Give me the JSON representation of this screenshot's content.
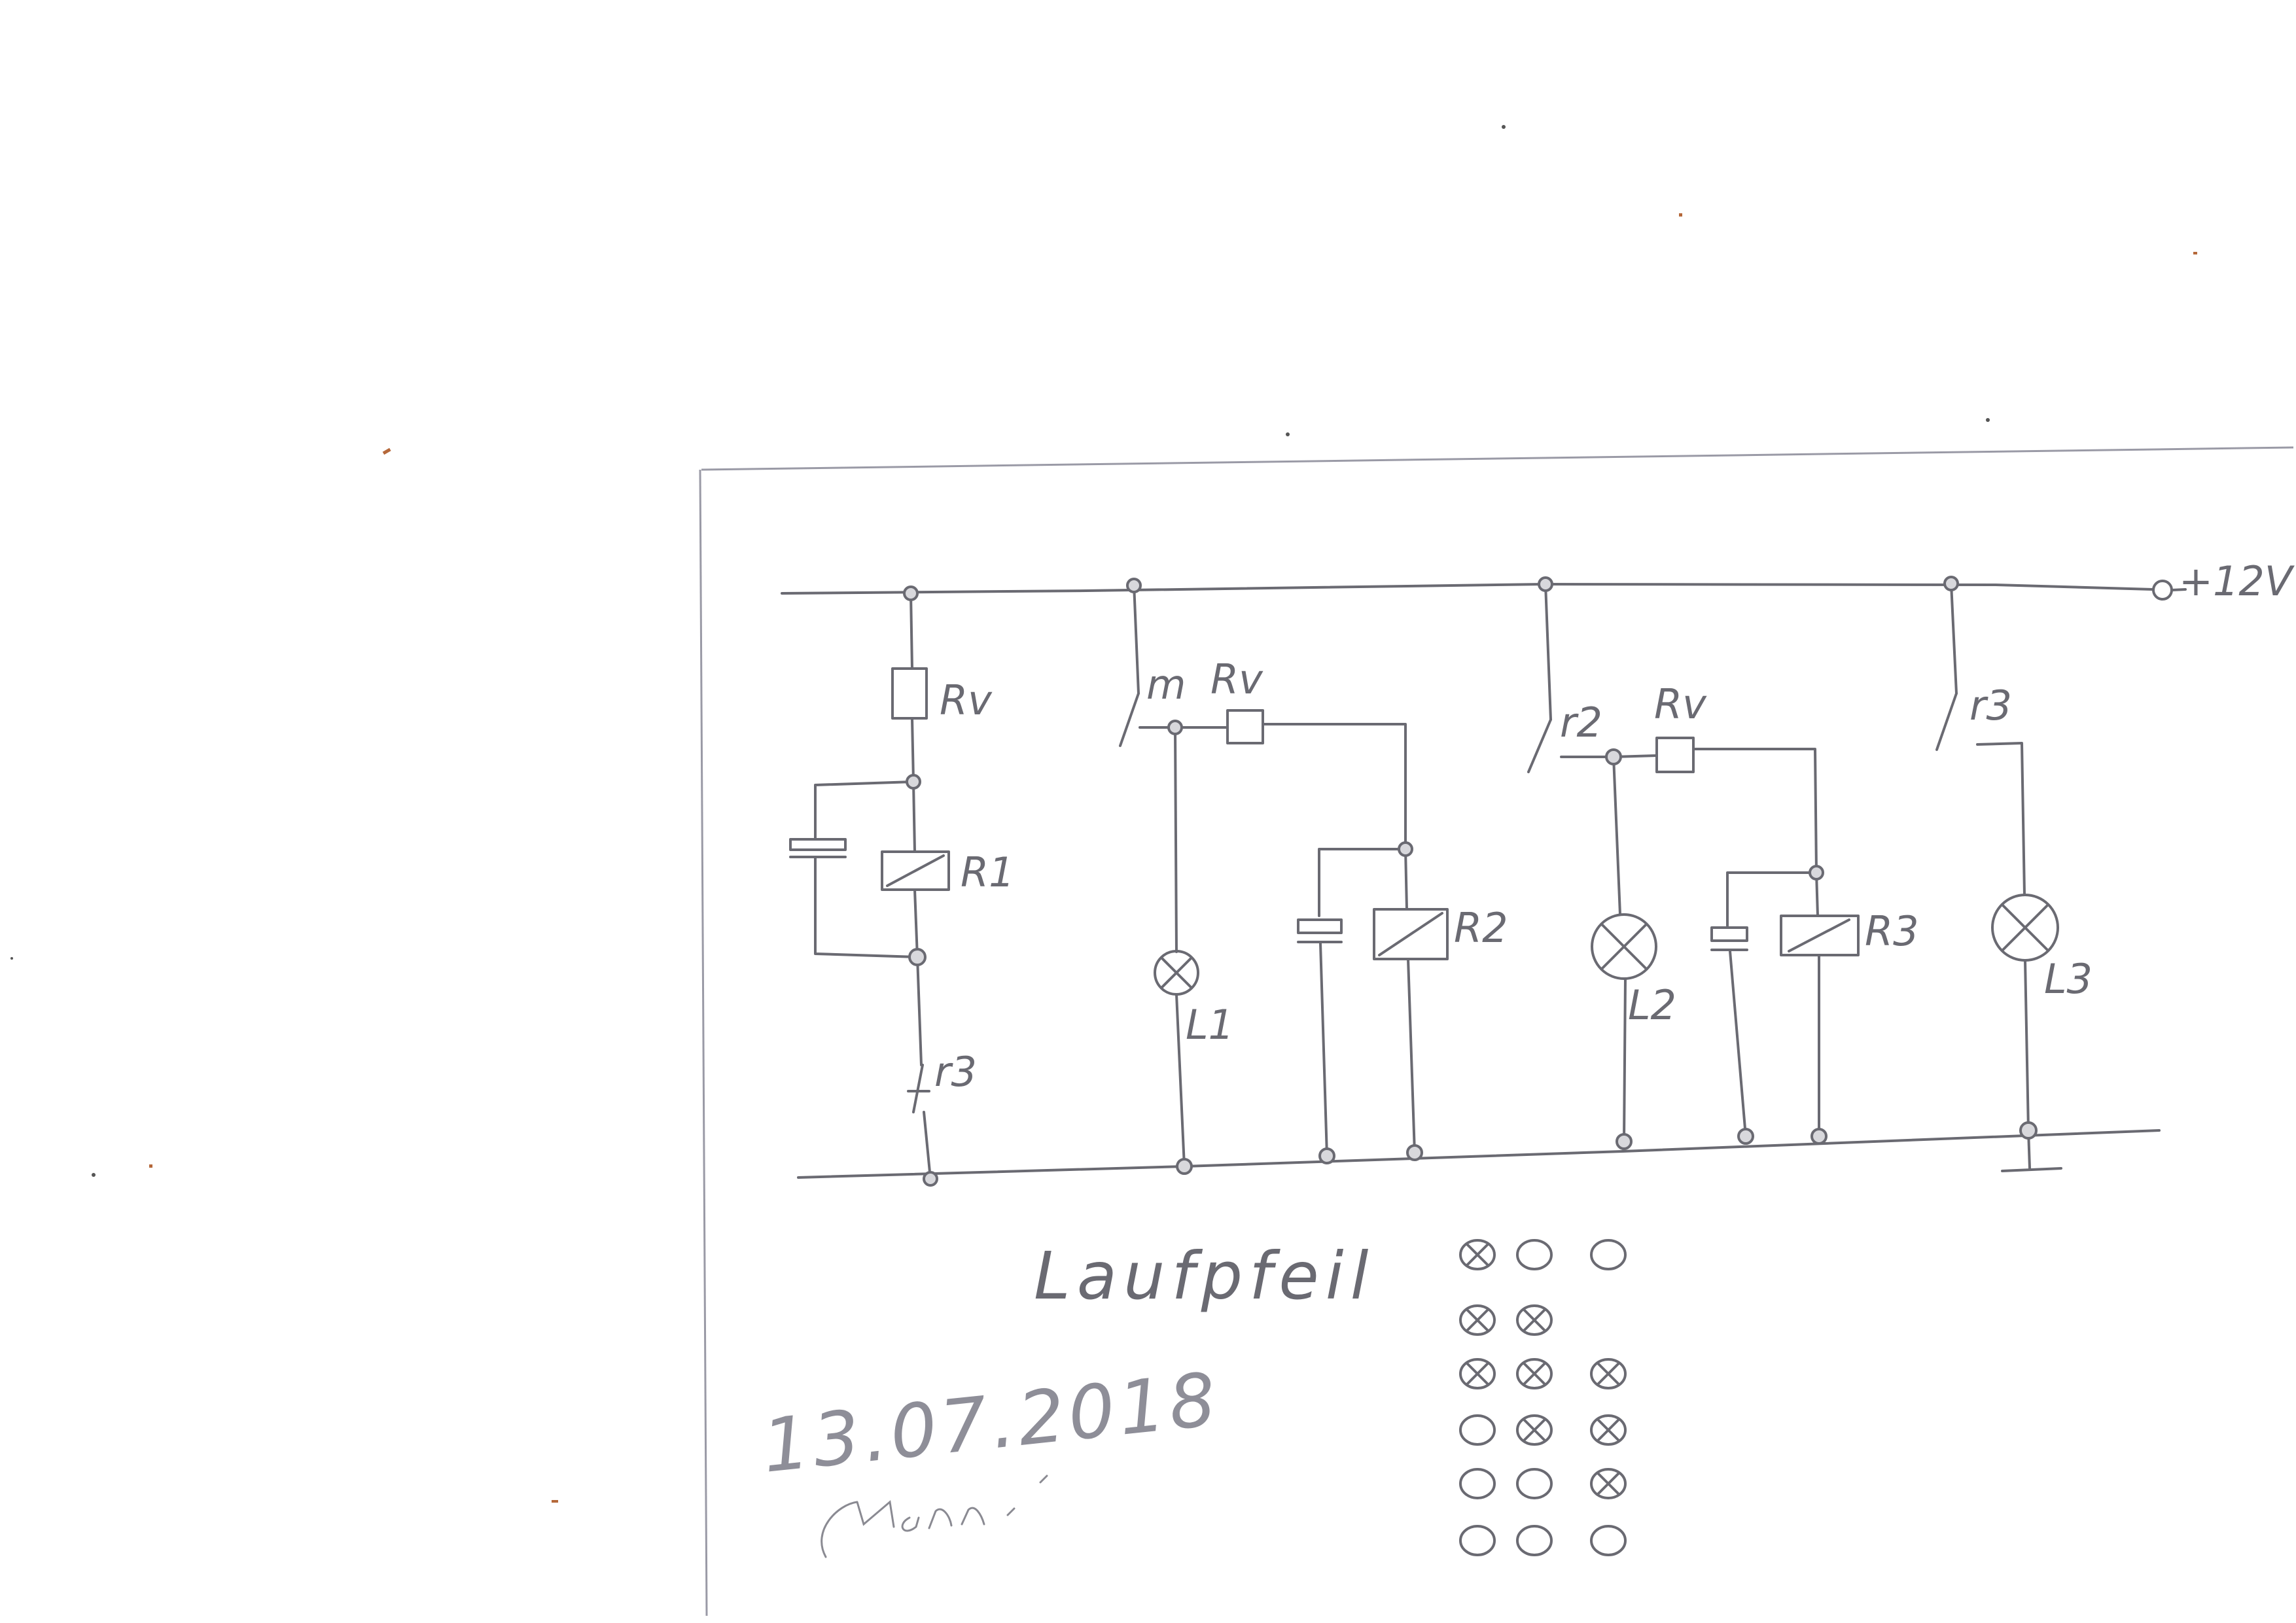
{
  "supply": {
    "voltage_label": "+12V"
  },
  "components": {
    "rv_1": "Rv",
    "rv_2": "Rv",
    "rv_3": "Rv",
    "relay_1": "R1",
    "relay_2": "R2",
    "relay_3": "R3",
    "contact_m": "m",
    "contact_r2": "r2",
    "contact_r3_top": "r3",
    "contact_r3_bottom": "r3",
    "lamp_1": "L1",
    "lamp_2": "L2",
    "lamp_3": "L3"
  },
  "sequence": {
    "title": "Laufpfeil",
    "legend": {
      "on_symbol": "lamp-on-icon",
      "off_symbol": "lamp-off-icon"
    },
    "rows": [
      [
        true,
        false,
        false
      ],
      [
        true,
        true,
        null
      ],
      [
        true,
        true,
        true
      ],
      [
        false,
        true,
        true
      ],
      [
        false,
        false,
        true
      ],
      [
        false,
        false,
        false
      ]
    ]
  },
  "annotation": {
    "date": "13.07.2018"
  },
  "colors": {
    "pencil": "#6a6a72",
    "pencil_light": "#8e8e98",
    "paper": "#ffffff"
  }
}
